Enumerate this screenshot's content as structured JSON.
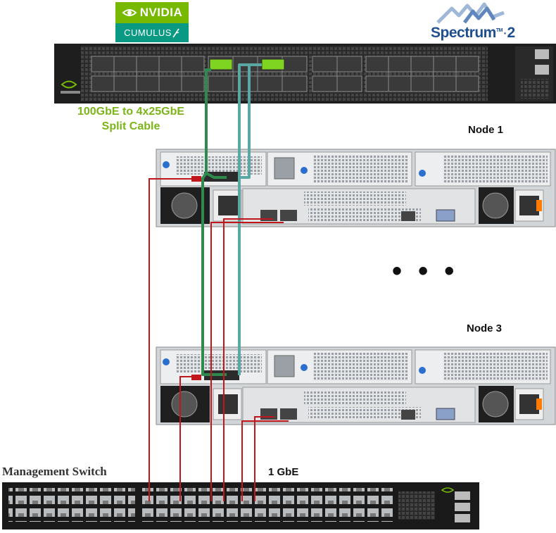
{
  "logos": {
    "nvidia": "NVIDIA",
    "cumulus": "CUMULUS",
    "spectrum": "Spectrum",
    "spectrum_suffix": "2",
    "spectrum_tm": "TM"
  },
  "labels": {
    "split_cable_line1": "100GbE to 4x25GbE",
    "split_cable_line2": "Split Cable",
    "node1": "Node 1",
    "node3": "Node 3",
    "ellipsis": "• • •",
    "management_switch": "Management Switch",
    "gbe": "1 GbE"
  },
  "colors": {
    "cable_green": "#2f8a4e",
    "cable_teal": "#5aa7a3",
    "cable_red": "#c0171c",
    "nvidia_green": "#76b900",
    "split_label": "#7cb518",
    "switch_body": "#1a1a1a",
    "server_body": "#d3d6d9"
  }
}
